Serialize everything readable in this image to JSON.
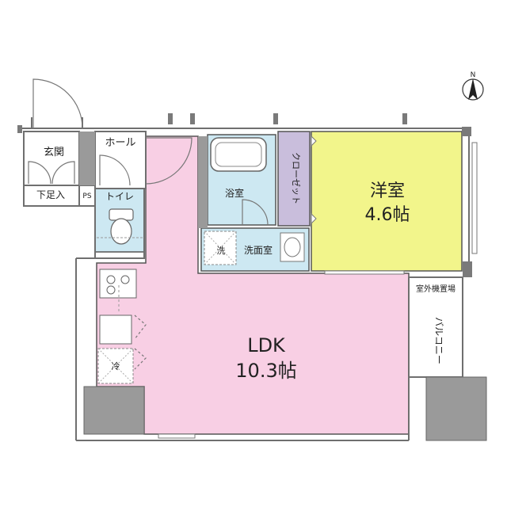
{
  "rooms": {
    "entrance": "玄関",
    "hall": "ホール",
    "shoe_closet": "下足入",
    "ps": "PS",
    "toilet": "トイレ",
    "bathroom": "浴室",
    "closet": "クローゼット",
    "western_room": "洋室",
    "western_room_size": "4.6帖",
    "washroom": "洗面室",
    "washer": "洗",
    "fridge": "冷",
    "ldk": "LDK",
    "ldk_size": "10.3帖",
    "outdoor_unit": "室外機置場",
    "balcony": "バルコニー"
  },
  "compass": {
    "north": "N"
  },
  "colors": {
    "ldk": "#f8cfe4",
    "western_room": "#f2f58b",
    "closet": "#c9bedc",
    "wet_area": "#cde8f2",
    "column": "#9a9a9a",
    "wall": "#6f6f6f"
  }
}
